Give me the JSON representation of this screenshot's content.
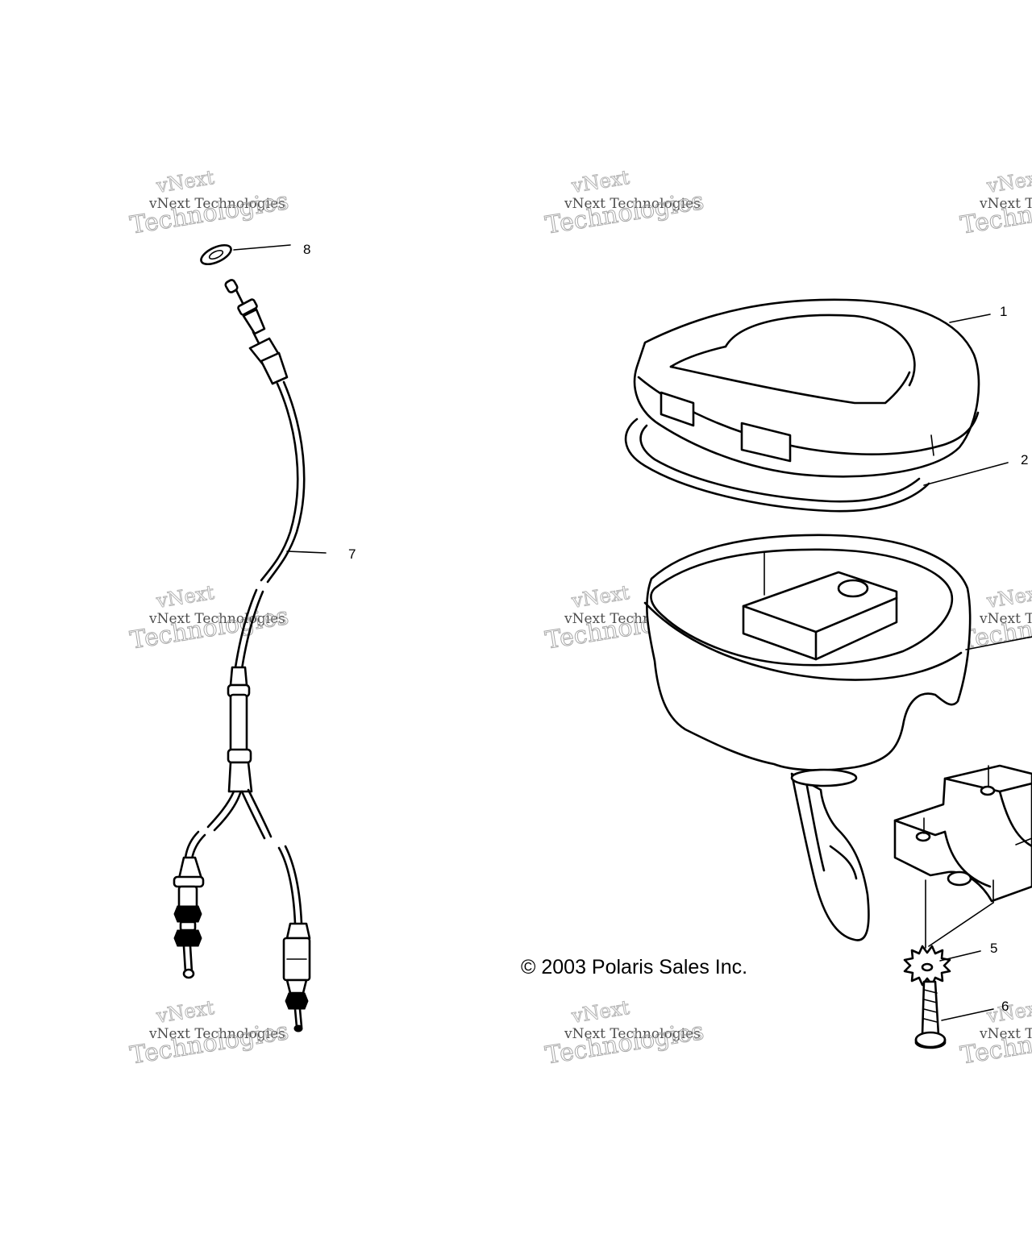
{
  "callouts": [
    {
      "id": "1",
      "label": "1"
    },
    {
      "id": "2",
      "label": "2"
    },
    {
      "id": "5",
      "label": "5"
    },
    {
      "id": "6",
      "label": "6"
    },
    {
      "id": "7",
      "label": "7"
    },
    {
      "id": "8",
      "label": "8"
    }
  ],
  "copyright": "© 2003 Polaris Sales Inc.",
  "watermark": {
    "line_small": "vNext Technologies",
    "line_brand": "vNext",
    "line_large": "Technologies"
  },
  "colors": {
    "ink": "#000000",
    "background": "#ffffff",
    "watermark": "#999999"
  }
}
